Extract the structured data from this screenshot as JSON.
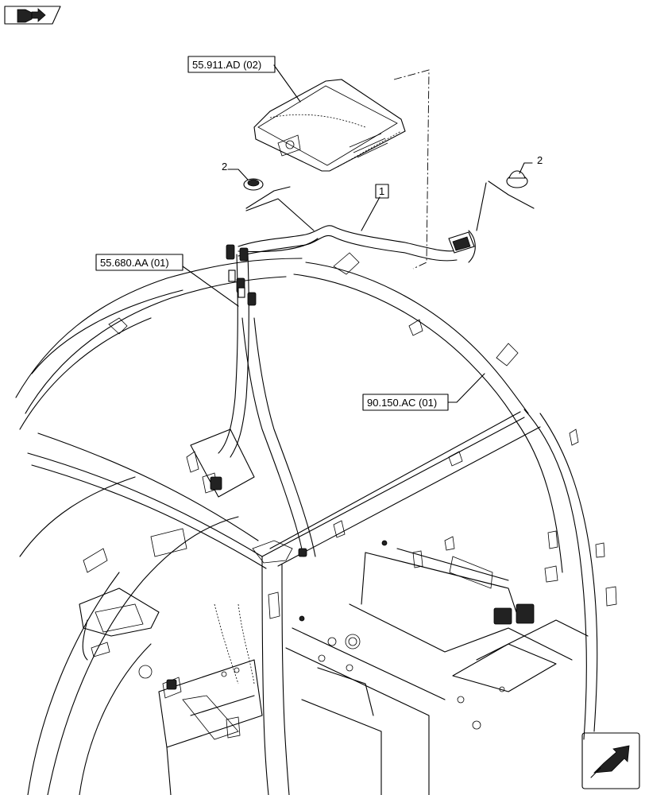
{
  "callouts": {
    "ref_55911": "55.911.AD (02)",
    "ref_55680": "55.680.AA (01)",
    "ref_90150": "90.150.AC (01)",
    "item_1": "1",
    "item_2_left": "2",
    "item_2_right": "2"
  },
  "icons": {
    "top_left": "book-forward-arrow-icon",
    "bottom_right": "next-page-arrow-icon"
  }
}
